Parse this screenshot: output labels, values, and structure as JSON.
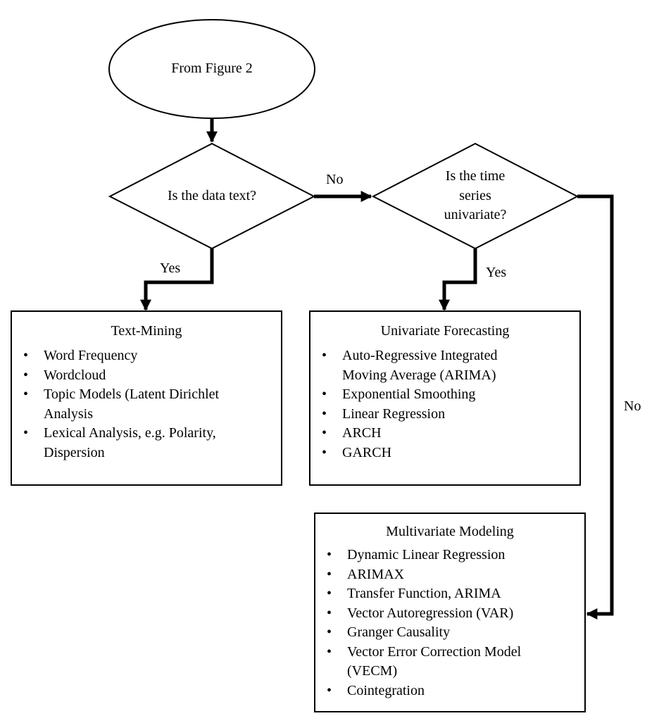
{
  "start": {
    "label": "From Figure 2"
  },
  "decision1": {
    "label": "Is the data text?"
  },
  "decision2": {
    "lines": [
      "Is the time",
      "series",
      "univariate?"
    ]
  },
  "edges": {
    "d1_no": "No",
    "d1_yes": "Yes",
    "d2_yes": "Yes",
    "d2_no": "No"
  },
  "boxes": {
    "text_mining": {
      "title": "Text-Mining",
      "items": [
        {
          "lines": [
            "Word Frequency"
          ]
        },
        {
          "lines": [
            "Wordcloud"
          ]
        },
        {
          "lines": [
            "Topic Models (Latent Dirichlet",
            "Analysis"
          ]
        },
        {
          "lines": [
            "Lexical Analysis, e.g. Polarity,",
            "Dispersion"
          ]
        }
      ]
    },
    "univariate": {
      "title": "Univariate Forecasting",
      "items": [
        {
          "lines": [
            "Auto-Regressive Integrated",
            "Moving Average (ARIMA)"
          ]
        },
        {
          "lines": [
            "Exponential Smoothing"
          ]
        },
        {
          "lines": [
            "Linear Regression"
          ]
        },
        {
          "lines": [
            "ARCH"
          ]
        },
        {
          "lines": [
            "GARCH"
          ]
        }
      ]
    },
    "multivariate": {
      "title": "Multivariate Modeling",
      "items": [
        {
          "lines": [
            "Dynamic Linear Regression"
          ]
        },
        {
          "lines": [
            "ARIMAX"
          ]
        },
        {
          "lines": [
            "Transfer Function, ARIMA"
          ]
        },
        {
          "lines": [
            "Vector Autoregression (VAR)"
          ]
        },
        {
          "lines": [
            "Granger Causality"
          ]
        },
        {
          "lines": [
            "Vector Error Correction Model",
            "(VECM)"
          ]
        },
        {
          "lines": [
            "Cointegration"
          ]
        }
      ]
    }
  },
  "bullet_glyph": "•"
}
